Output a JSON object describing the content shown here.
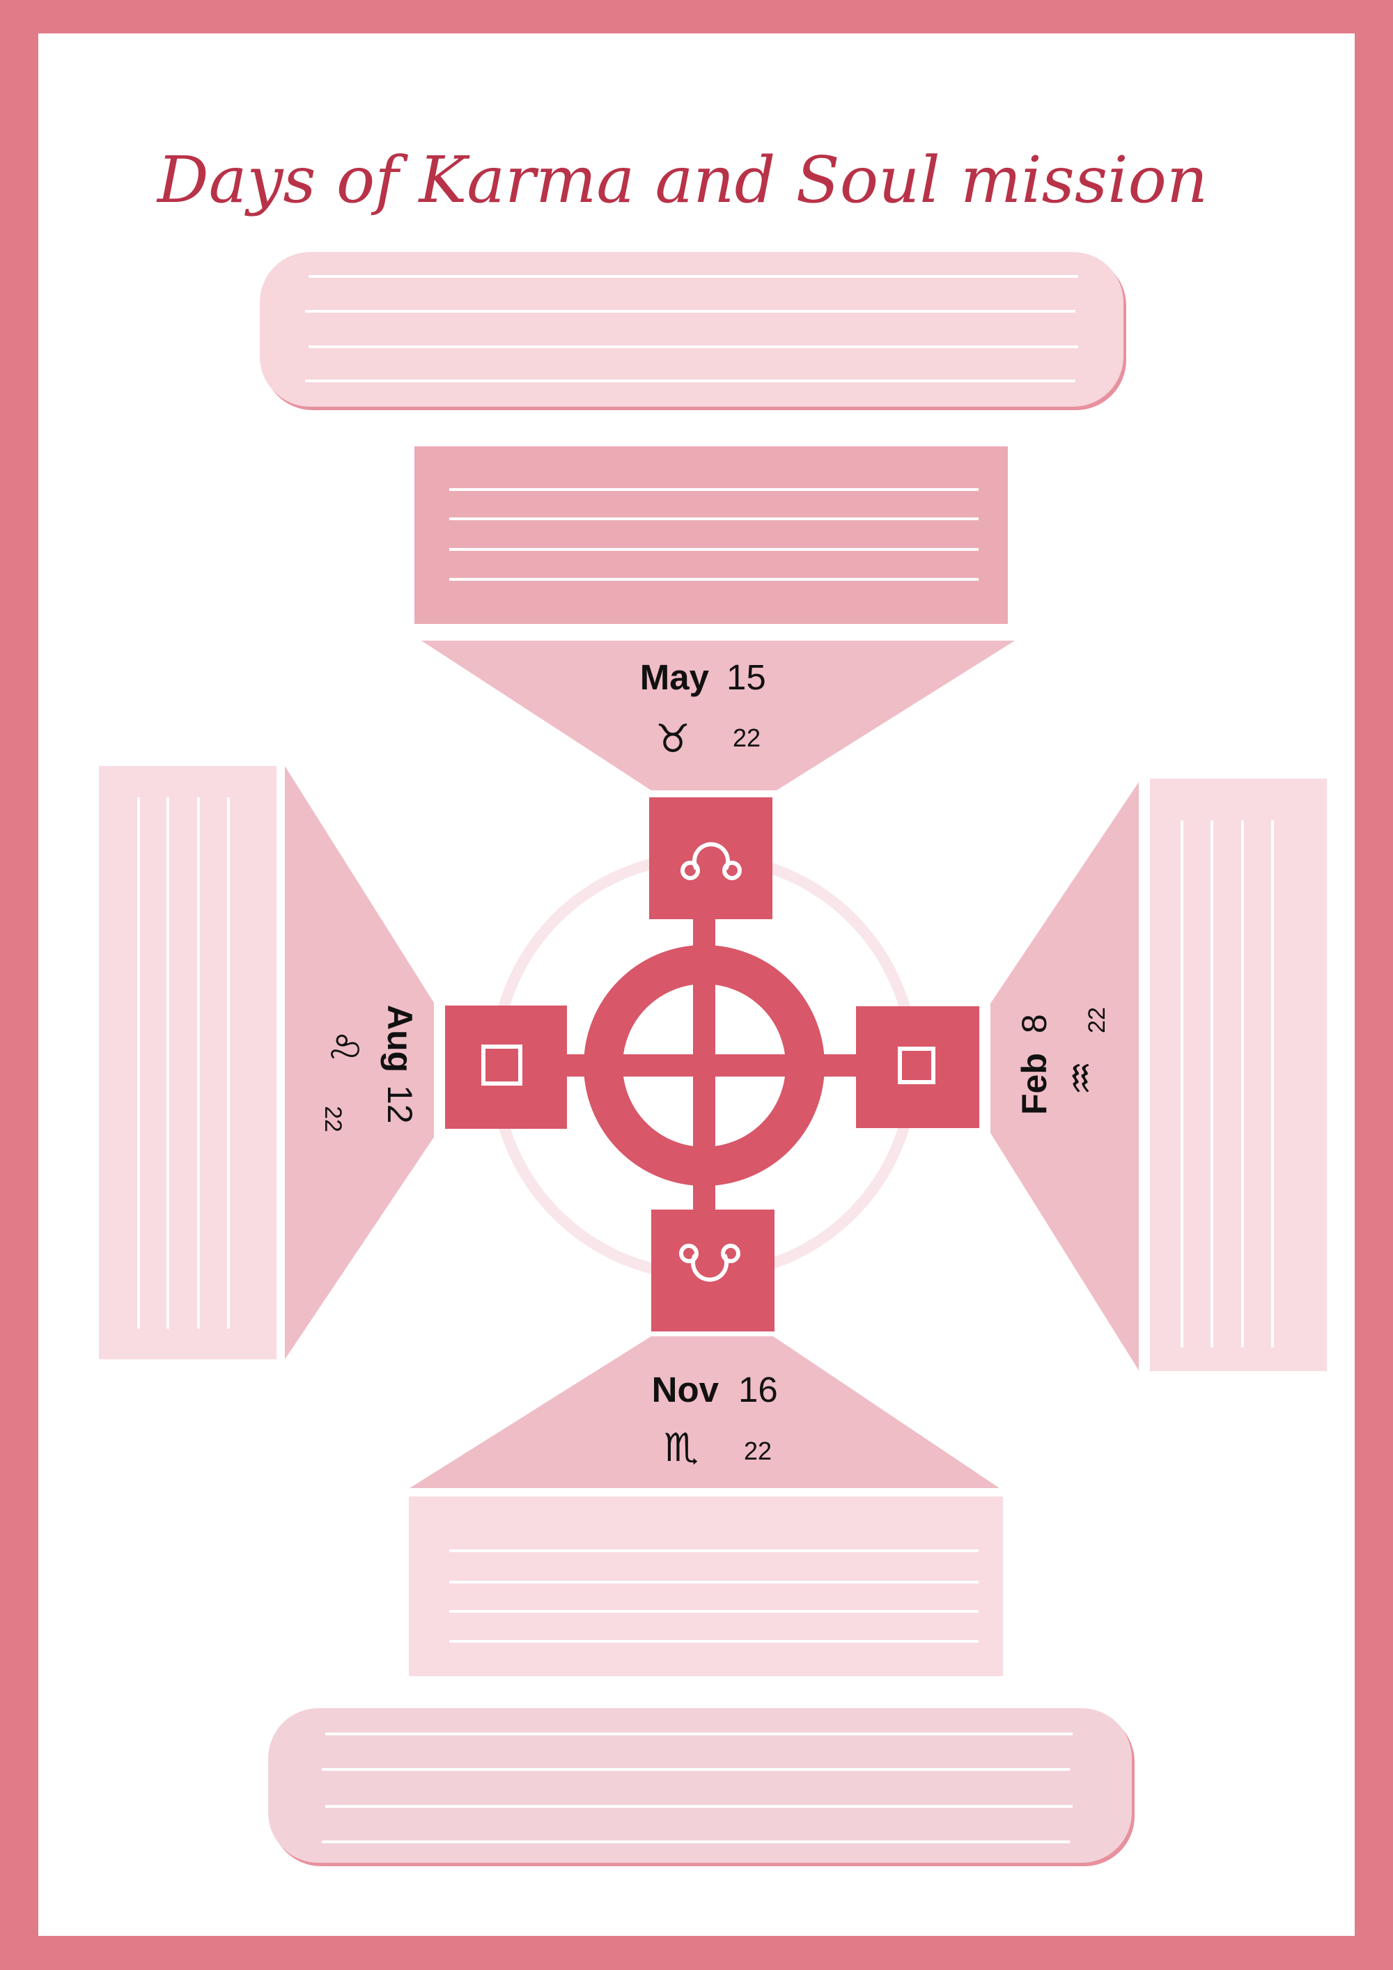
{
  "title": "Days of Karma and Soul mission",
  "colors": {
    "frame": "#e07b88",
    "accent": "#d85769",
    "title": "#b83248",
    "panel_light": "#f8dce1",
    "panel_mid": "#efbdc6",
    "panel_deep": "#ebabb5",
    "lines": "#ffffff"
  },
  "dates": {
    "top": {
      "month": "May",
      "day": "15",
      "year": "22",
      "sign_icon": "taurus-icon",
      "sign_glyph": "♉"
    },
    "left": {
      "month": "Aug",
      "day": "12",
      "year": "22",
      "sign_icon": "leo-icon",
      "sign_glyph": "♌"
    },
    "right": {
      "month": "Feb",
      "day": "8",
      "year": "22",
      "sign_icon": "aquarius-icon",
      "sign_glyph": "♒"
    },
    "bottom": {
      "month": "Nov",
      "day": "16",
      "year": "22",
      "sign_icon": "scorpio-icon",
      "sign_glyph": "♏"
    }
  },
  "center_icons": {
    "top": "north-node-icon",
    "bottom": "south-node-icon",
    "left": "square-aspect-icon",
    "right": "square-aspect-icon"
  }
}
